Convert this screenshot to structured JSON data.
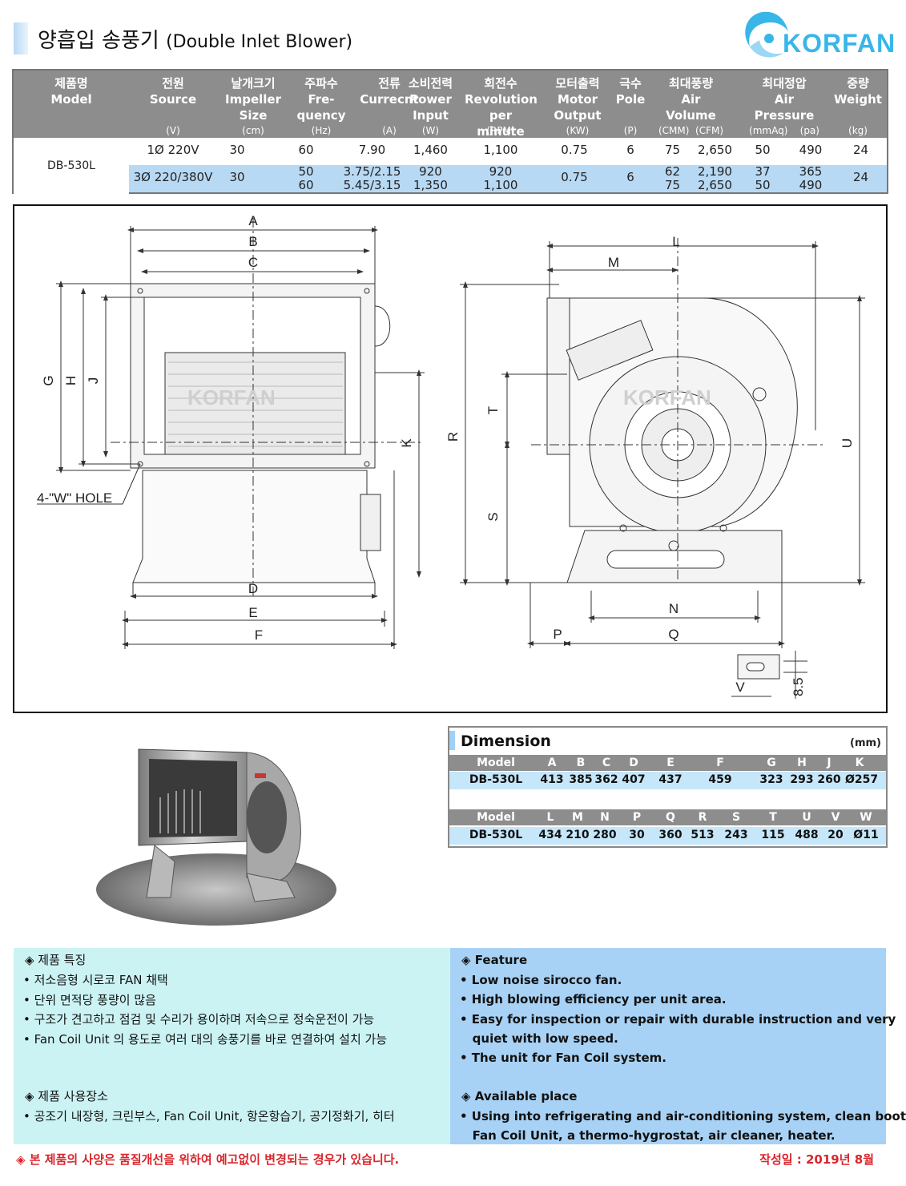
{
  "header": {
    "title_ko": "양흡입 송풍기",
    "title_en": "(Double Inlet Blower)",
    "logo_text": "KORFAN"
  },
  "spec_table": {
    "columns": [
      {
        "ko": "제품명",
        "en": "Model",
        "unit": ""
      },
      {
        "ko": "전원",
        "en": "Source",
        "unit": "(V)"
      },
      {
        "ko": "날개크기",
        "en": "Impeller Size",
        "unit": "(cm)"
      },
      {
        "ko": "주파수",
        "en": "Fre- quency",
        "unit": "(Hz)"
      },
      {
        "ko": "전류",
        "en": "Currecnt",
        "unit": "(A)"
      },
      {
        "ko": "소비전력",
        "en": "Power Input",
        "unit": "(W)"
      },
      {
        "ko": "회전수",
        "en": "Revolution per minute",
        "unit": "(RPM)"
      },
      {
        "ko": "모터출력",
        "en": "Motor Output",
        "unit": "(KW)"
      },
      {
        "ko": "극수",
        "en": "Pole",
        "unit": "(P)"
      },
      {
        "ko": "최대풍량",
        "en": "Air Volume",
        "unit": "(CMM)  (CFM)"
      },
      {
        "ko": "최대정압",
        "en": "Air Pressure",
        "unit": "(mmAq)    (pa)"
      },
      {
        "ko": "중량",
        "en": "Weight",
        "unit": "(kg)"
      }
    ],
    "model": "DB-530L",
    "rows": [
      {
        "source": "1Ø 220V",
        "impeller": "30",
        "freq": "60",
        "current": "7.90",
        "power": "1,460",
        "rpm": "1,100",
        "output": "0.75",
        "pole": "6",
        "cmm": "75",
        "cfm": "2,650",
        "mmaq": "50",
        "pa": "490",
        "weight": "24"
      },
      {
        "source": "3Ø 220/380V",
        "impeller": "30",
        "freq": "50\n60",
        "current": "3.75/2.15\n5.45/3.15",
        "power": "920\n1,350",
        "rpm": "920\n1,100",
        "output": "0.75",
        "pole": "6",
        "cmm": "62\n75",
        "cfm": "2,190\n2,650",
        "mmaq": "37\n50",
        "pa": "365\n490",
        "weight": "24"
      }
    ]
  },
  "drawing": {
    "labels": [
      "A",
      "B",
      "C",
      "D",
      "E",
      "F",
      "G",
      "H",
      "J",
      "K",
      "L",
      "M",
      "N",
      "P",
      "Q",
      "R",
      "S",
      "T",
      "U",
      "V"
    ],
    "hole_label": "4-\"W\" HOLE",
    "slot_label": "8.5",
    "watermark": "KORFAN"
  },
  "dimension": {
    "title": "Dimension",
    "unit": "(mm)",
    "row1_headers": [
      "Model",
      "A",
      "B",
      "C",
      "D",
      "E",
      "F",
      "G",
      "H",
      "J",
      "K"
    ],
    "row1_values": [
      "DB-530L",
      "413",
      "385",
      "362",
      "407",
      "437",
      "459",
      "323",
      "293",
      "260",
      "Ø257"
    ],
    "row2_headers": [
      "Model",
      "L",
      "M",
      "N",
      "P",
      "Q",
      "R",
      "S",
      "T",
      "U",
      "V",
      "W"
    ],
    "row2_values": [
      "DB-530L",
      "434",
      "210",
      "280",
      "30",
      "360",
      "513",
      "243",
      "115",
      "488",
      "20",
      "Ø11"
    ]
  },
  "features": {
    "ko_title1": "◈ 제품 특징",
    "ko_items1": [
      "• 저소음형 시로코 FAN 채택",
      "• 단위 면적당 풍량이 많음",
      "• 구조가 견고하고 점검 및 수리가 용이하며 저속으로 정숙운전이 가능",
      "• Fan Coil Unit 의 용도로 여러 대의 송풍기를 바로 연결하여 설치 가능"
    ],
    "ko_title2": "◈ 제품 사용장소",
    "ko_items2": [
      "• 공조기 내장형, 크린부스, Fan Coil Unit, 항온항습기, 공기정화기, 히터"
    ],
    "en_title1": "◈ Feature",
    "en_items1": [
      "• Low noise sirocco fan.",
      "• High blowing efficiency per unit area.",
      "• Easy for inspection or repair with durable instruction and very",
      "   quiet with low speed.",
      "• The unit for Fan Coil system."
    ],
    "en_title2": "◈ Available place",
    "en_items2": [
      "• Using into refrigerating and air-conditioning system, clean booth,",
      "   Fan Coil Unit, a thermo-hygrostat, air cleaner, heater."
    ]
  },
  "footer": {
    "notice": "◈ 본 제품의 사양은 품질개선을 위하여 예고없이 변경되는 경우가 있습니다.",
    "date": "작성일 : 2019년 8월"
  }
}
